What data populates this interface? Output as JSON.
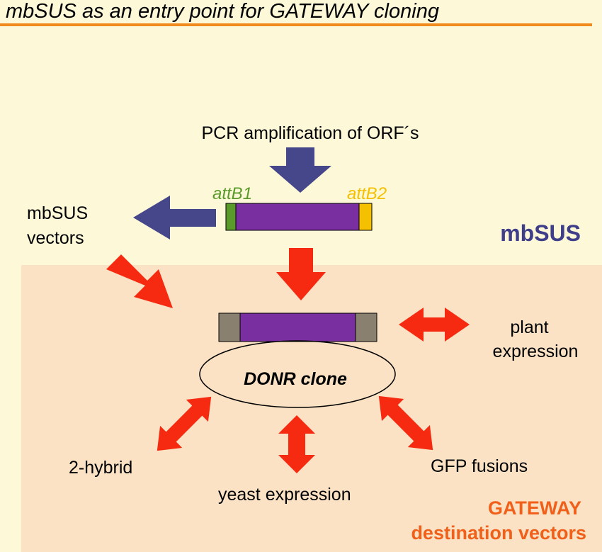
{
  "title": "mbSUS as an entry point for GATEWAY cloning",
  "labels": {
    "pcr": "PCR amplification of ORF´s",
    "attb1": "attB1",
    "attb2": "attB2",
    "mbsus_vectors_line1": "mbSUS",
    "mbsus_vectors_line2": "vectors",
    "mbsus_region": "mbSUS",
    "donr_clone": "DONR clone",
    "plant_line1": "plant",
    "plant_line2": "expression",
    "two_hybrid": "2-hybrid",
    "yeast": "yeast expression",
    "gfp": "GFP fusions",
    "gateway_line1": "GATEWAY",
    "gateway_line2": "destination vectors"
  },
  "colors": {
    "background": "#fdf8d8",
    "gateway_region": "#fbe2c4",
    "title_rule": "#f08a1c",
    "blue_arrow": "#46468a",
    "red_arrow": "#f52a10",
    "insert": "#7a2fa0",
    "attb1": "#5a9a2a",
    "attb2": "#f5c000",
    "att_sites_donr": "#8a8070",
    "mbsus_text": "#3e3e8a",
    "gateway_text": "#f0601a",
    "text": "#000000"
  }
}
